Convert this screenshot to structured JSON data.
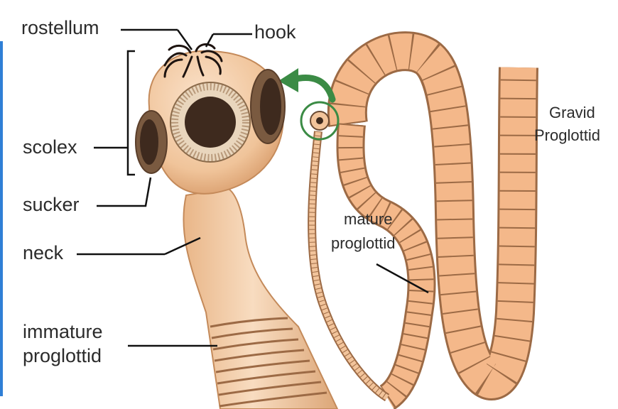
{
  "labels": {
    "rostellum": "rostellum",
    "hook": "hook",
    "scolex": "scolex",
    "sucker": "sucker",
    "neck": "neck",
    "immature_line1": "immature",
    "immature_line2": "proglottid",
    "mature_line1": "mature",
    "mature_line2": "proglottid",
    "gravid_line1": "Gravid",
    "gravid_line2": "Proglottid"
  },
  "colors": {
    "body_fill": "#f2c49b",
    "body_shade": "#d9a070",
    "segment_fill": "#f4b88a",
    "segment_edge": "#9c6a45",
    "sucker_ring": "#cdb79c",
    "sucker_dark": "#3e2a1e",
    "arrow": "#3b8b45",
    "leader_line": "#111111",
    "accent_bar": "#2f7fd6"
  },
  "icons": {
    "direction_arrow": "curved-arrow-icon"
  }
}
